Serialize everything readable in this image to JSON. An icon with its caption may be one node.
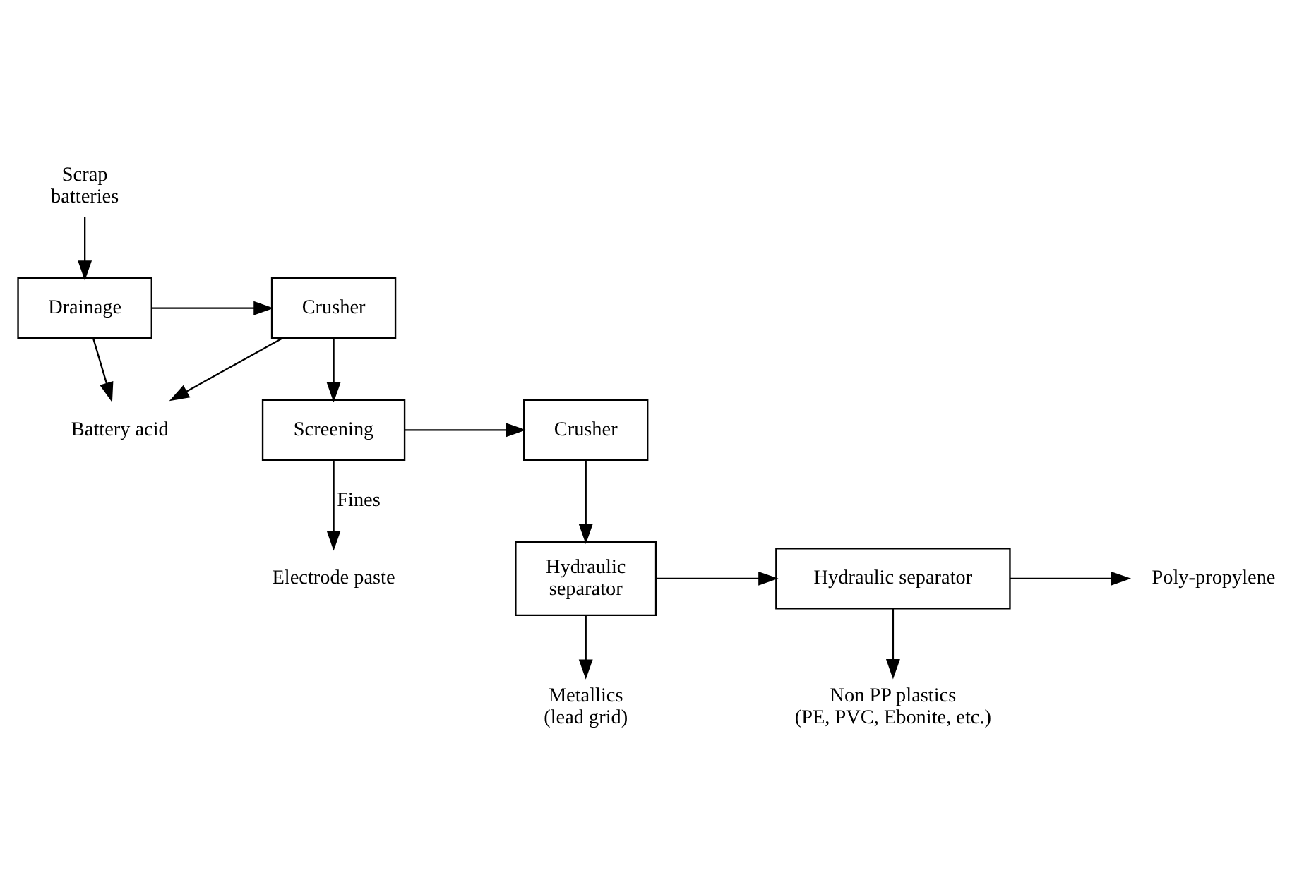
{
  "diagram": {
    "nodes": [
      {
        "text": [
          "Scrap batteries"
        ]
      },
      {
        "text": [
          "Drainage"
        ]
      },
      {
        "text": [
          "Crusher"
        ]
      },
      {
        "text": [
          "Battery acid"
        ]
      },
      {
        "text": [
          "Screening"
        ]
      },
      {
        "text": [
          "Crusher"
        ]
      },
      {
        "text": [
          "Electrode paste"
        ]
      },
      {
        "text": [
          "Hydraulic separator"
        ]
      },
      {
        "text": [
          "Hydraulic separator"
        ]
      },
      {
        "text": [
          "Poly-propylene"
        ]
      },
      {
        "text": [
          "Metallics (lead grid)"
        ]
      },
      {
        "text": [
          "Non PP plastics (PE, PVC, Ebonite, etc.)"
        ]
      }
    ],
    "edges": [
      {
        "from": 0,
        "to": 1,
        "arrow": "to"
      },
      {
        "from": 1,
        "to": 2,
        "arrow": "to"
      },
      {
        "from": 1,
        "to": 3,
        "arrow": "to"
      },
      {
        "from": 2,
        "to": 3,
        "arrow": "to"
      },
      {
        "from": 2,
        "to": 4,
        "arrow": "to"
      },
      {
        "from": 4,
        "to": 5,
        "arrow": "to"
      },
      {
        "from": 4,
        "to": 6,
        "arrow": "to",
        "label": "Fines"
      },
      {
        "from": 5,
        "to": 7,
        "arrow": "to"
      },
      {
        "from": 7,
        "to": 8,
        "arrow": "to"
      },
      {
        "from": 8,
        "to": 9,
        "arrow": "to"
      },
      {
        "from": 7,
        "to": 10,
        "arrow": "to"
      },
      {
        "from": 8,
        "to": 11,
        "arrow": "to"
      }
    ]
  }
}
